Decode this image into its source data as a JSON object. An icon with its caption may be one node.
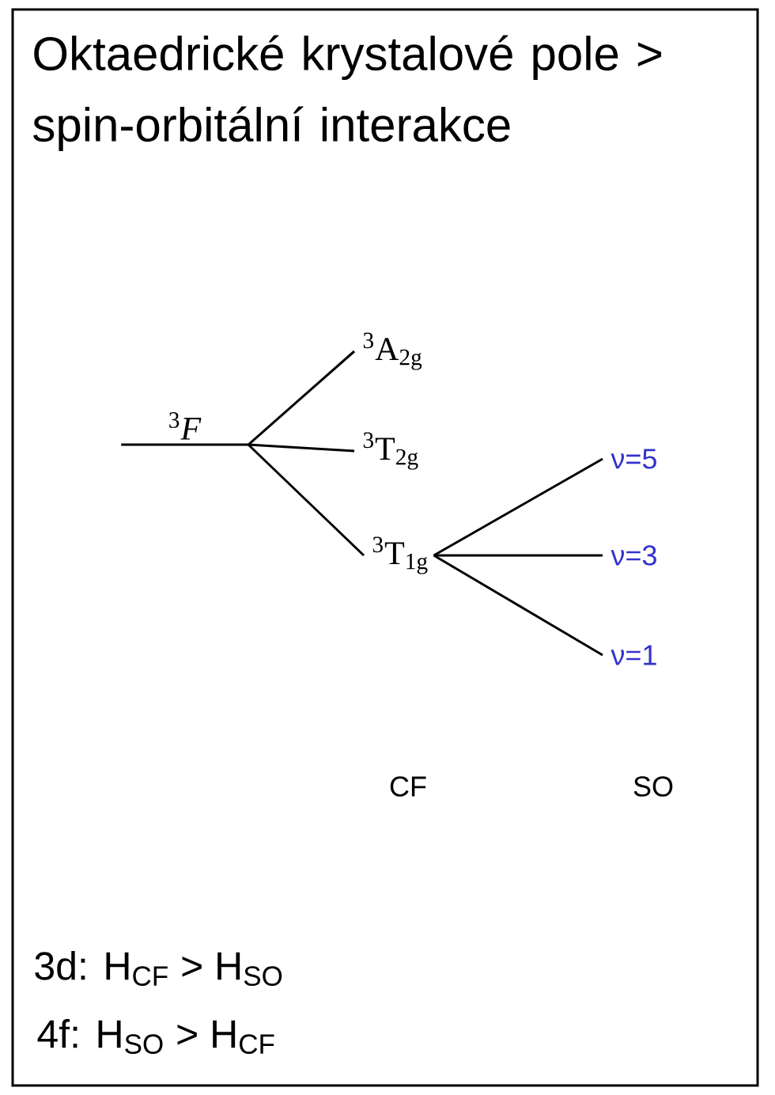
{
  "diagram": {
    "title": "Oktaedrické krystalové pole > spin-orbitální interakce",
    "nodes": [
      {
        "text": [
          "$^{3}$*F*"
        ]
      },
      {
        "text": [
          "$^{3}$A$_{2g}$"
        ]
      },
      {
        "text": [
          "$^{3}$T$_{2g}$"
        ]
      },
      {
        "text": [
          "$^{3}$T$_{1g}$"
        ]
      },
      {
        "text": [
          "ν=5"
        ]
      },
      {
        "text": [
          "ν=3"
        ]
      },
      {
        "text": [
          "ν=1"
        ]
      }
    ],
    "edges": [
      {
        "from": 0,
        "to": 1,
        "arrow": "none"
      },
      {
        "from": 0,
        "to": 2,
        "arrow": "none"
      },
      {
        "from": 0,
        "to": 3,
        "arrow": "none"
      },
      {
        "from": 3,
        "to": 4,
        "arrow": "none"
      },
      {
        "from": 3,
        "to": 5,
        "arrow": "none"
      },
      {
        "from": 3,
        "to": 6,
        "arrow": "none"
      }
    ],
    "labels": [
      "CF",
      "SO",
      "3d: H$_{CF}$ > H$_{SO}$",
      "4f: H$_{SO}$ > H$_{CF}$"
    ]
  }
}
